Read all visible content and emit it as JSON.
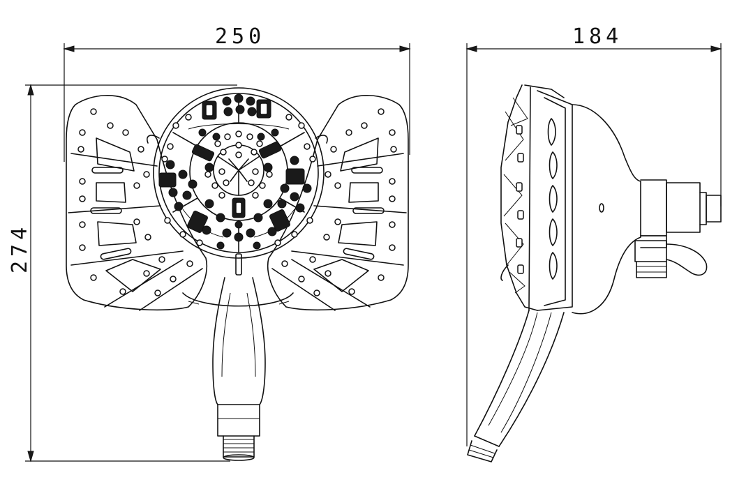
{
  "dimensions": {
    "width": "250",
    "depth": "184",
    "height": "274"
  }
}
